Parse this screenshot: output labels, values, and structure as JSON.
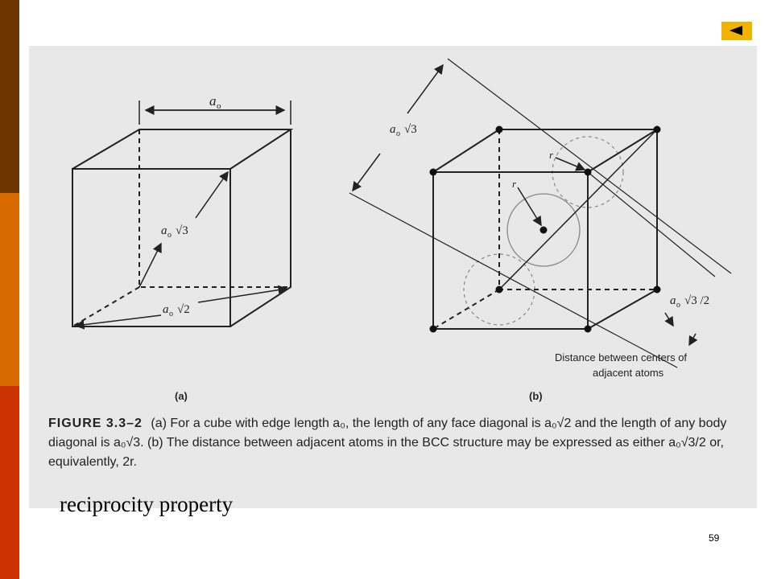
{
  "colors": {
    "band_top": "#6b3400",
    "band_mid": "#d86a00",
    "band_bottom": "#cc3300",
    "button": "#f0b400"
  },
  "nav": {
    "back_icon": "left-triangle-icon"
  },
  "figure": {
    "a": {
      "edge_label_base": "a",
      "edge_label_sub": "o",
      "body_diag_label": "a",
      "body_diag_sub": "o",
      "body_diag_root": "√3",
      "face_diag_label": "a",
      "face_diag_sub": "o",
      "face_diag_root": "√2",
      "panel_label": "(a)"
    },
    "b": {
      "body_diag_label": "a",
      "body_diag_sub": "o",
      "body_diag_root": "√3",
      "r_label_1": "r",
      "r_label_2": "r",
      "half_label": "a",
      "half_sub": "o",
      "half_root": "√3 /2",
      "distance_line1": "Distance between centers of",
      "distance_line2": "adjacent atoms",
      "panel_label": "(b)"
    },
    "caption": {
      "fig_label": "FIGURE 3.3–2",
      "text": "(a) For a cube with edge length a₀, the length of any face diagonal is a₀√2 and the length of any body diagonal is a₀√3. (b) The distance between adjacent atoms in the BCC structure may be expressed as either a₀√3/2 or, equivalently, 2r."
    }
  },
  "slide": {
    "title": "reciprocity property",
    "page_number": "59"
  }
}
